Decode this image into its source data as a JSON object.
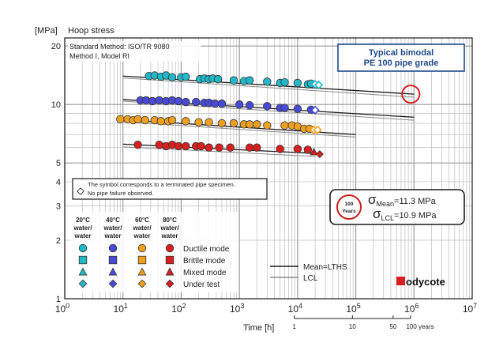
{
  "chart_data": {
    "type": "scatter",
    "ylabel_unit": "[MPa]",
    "ylabel": "Hoop stress",
    "xlabel": "Time [h]",
    "xscale": "log",
    "yscale": "log",
    "xlim": [
      1,
      10000000
    ],
    "ylim": [
      1,
      22
    ],
    "x_ticks": [
      {
        "base": "10",
        "exp": "0",
        "value": 1
      },
      {
        "base": "10",
        "exp": "1",
        "value": 10
      },
      {
        "base": "10",
        "exp": "2",
        "value": 100
      },
      {
        "base": "10",
        "exp": "3",
        "value": 1000
      },
      {
        "base": "10",
        "exp": "4",
        "value": 10000
      },
      {
        "base": "10",
        "exp": "5",
        "value": 100000
      },
      {
        "base": "10",
        "exp": "6",
        "value": 1000000
      },
      {
        "base": "10",
        "exp": "7",
        "value": 10000000
      }
    ],
    "y_ticks": [
      {
        "label": "20",
        "value": 20
      },
      {
        "label": "10",
        "value": 10
      },
      {
        "label": "5",
        "value": 5
      },
      {
        "label": "4",
        "value": 4
      },
      {
        "label": "3",
        "value": 3
      },
      {
        "label": "2",
        "value": 2
      },
      {
        "label": "1",
        "value": 1
      }
    ],
    "years_axis": [
      {
        "label": "1",
        "value": 8760
      },
      {
        "label": "10",
        "value": 87600
      },
      {
        "label": "50",
        "value": 438000
      },
      {
        "label": "100 years",
        "value": 876000
      }
    ],
    "method_text": [
      "Standard Method: ISO/TR 9080",
      "Method I, Model RI"
    ],
    "title_box": [
      "Typical bimodal",
      "PE 100 pipe grade"
    ],
    "note_box": [
      "The symbol corresponds to a terminated pipe specimen.",
      "No pipe failure observed."
    ],
    "result_box": {
      "badge": [
        "100",
        "Years"
      ],
      "mean": {
        "sigma": "σ",
        "sub": "Mean",
        "value": "=11.3 MPa"
      },
      "lcl": {
        "sigma": "σ",
        "sub": "LCL",
        "value": "=10.9 MPa"
      }
    },
    "legend": {
      "columns": [
        {
          "lines": [
            "20°C",
            "water/",
            "water"
          ],
          "color": "#22b8c8"
        },
        {
          "lines": [
            "40°C",
            "water/",
            "water"
          ],
          "color": "#4a4ad8"
        },
        {
          "lines": [
            "60°C",
            "water/",
            "water"
          ],
          "color": "#f0a020"
        },
        {
          "lines": [
            "80°C",
            "water/",
            "water"
          ],
          "color": "#d81e1e"
        }
      ],
      "rows": [
        {
          "shape": "circle",
          "label": "Ductile mode"
        },
        {
          "shape": "square",
          "label": "Brittle mode"
        },
        {
          "shape": "triangle",
          "label": "Mixed mode"
        },
        {
          "shape": "diamond",
          "label": "Under test"
        }
      ]
    },
    "line_legend": [
      {
        "label": "Mean=LTHS",
        "style": "dark"
      },
      {
        "label": "LCL",
        "style": "light"
      }
    ],
    "logo": "Bodycote",
    "marker": {
      "x": 1000000,
      "y": 11.3
    },
    "series": [
      {
        "name": "20°C water/water",
        "color": "#22b8c8",
        "mean_line": {
          "x": [
            10,
            1000000
          ],
          "y": [
            14.0,
            11.3
          ]
        },
        "lcl_line": {
          "x": [
            10,
            1000000
          ],
          "y": [
            13.7,
            10.9
          ]
        },
        "points": [
          [
            28,
            14.0
          ],
          [
            35,
            14.1
          ],
          [
            45,
            13.9
          ],
          [
            55,
            14.1
          ],
          [
            70,
            13.8
          ],
          [
            100,
            13.8
          ],
          [
            120,
            13.9
          ],
          [
            210,
            13.5
          ],
          [
            250,
            13.6
          ],
          [
            300,
            13.5
          ],
          [
            350,
            13.6
          ],
          [
            430,
            13.5
          ],
          [
            800,
            13.3
          ],
          [
            1200,
            13.2
          ],
          [
            1500,
            13.3
          ],
          [
            3000,
            13.1
          ],
          [
            5000,
            12.9
          ],
          [
            6000,
            13.0
          ],
          [
            10000,
            12.9
          ],
          [
            15000,
            12.7
          ],
          [
            17000,
            12.8
          ]
        ],
        "under_test": [
          [
            20000,
            12.7
          ],
          [
            23000,
            12.6
          ]
        ]
      },
      {
        "name": "40°C water/water",
        "color": "#4a4ad8",
        "mean_line": {
          "x": [
            10,
            1000000
          ],
          "y": [
            10.6,
            8.6
          ]
        },
        "lcl_line": {
          "x": [
            10,
            1000000
          ],
          "y": [
            10.4,
            8.3
          ]
        },
        "points": [
          [
            20,
            10.5
          ],
          [
            25,
            10.5
          ],
          [
            32,
            10.4
          ],
          [
            42,
            10.5
          ],
          [
            55,
            10.4
          ],
          [
            70,
            10.5
          ],
          [
            90,
            10.4
          ],
          [
            120,
            10.3
          ],
          [
            180,
            10.3
          ],
          [
            250,
            10.2
          ],
          [
            300,
            10.2
          ],
          [
            380,
            10.1
          ],
          [
            500,
            10.1
          ],
          [
            1000,
            10.0
          ],
          [
            1500,
            9.9
          ],
          [
            3000,
            9.8
          ],
          [
            5000,
            9.6
          ],
          [
            6000,
            9.6
          ],
          [
            10000,
            9.5
          ],
          [
            17000,
            9.4
          ]
        ],
        "under_test": [
          [
            20000,
            9.35
          ]
        ]
      },
      {
        "name": "60°C water/water",
        "color": "#f0a020",
        "mean_line": {
          "x": [
            10,
            100000
          ],
          "y": [
            8.35,
            7.0
          ]
        },
        "lcl_line": {
          "x": [
            10,
            100000
          ],
          "y": [
            8.15,
            6.8
          ]
        },
        "points": [
          [
            9,
            8.4
          ],
          [
            12,
            8.4
          ],
          [
            15,
            8.3
          ],
          [
            18,
            8.4
          ],
          [
            24,
            8.3
          ],
          [
            35,
            8.3
          ],
          [
            45,
            8.2
          ],
          [
            60,
            8.2
          ],
          [
            70,
            8.3
          ],
          [
            120,
            8.2
          ],
          [
            200,
            8.1
          ],
          [
            300,
            8.1
          ],
          [
            500,
            8.0
          ],
          [
            800,
            8.0
          ],
          [
            1200,
            7.9
          ],
          [
            1500,
            7.9
          ],
          [
            2000,
            7.9
          ],
          [
            3000,
            7.8
          ],
          [
            6000,
            7.8
          ],
          [
            8000,
            7.8
          ],
          [
            10000,
            7.7
          ],
          [
            13000,
            7.5
          ],
          [
            16000,
            7.5
          ]
        ],
        "under_test": [
          [
            19000,
            7.4
          ],
          [
            22000,
            7.4
          ]
        ]
      },
      {
        "name": "80°C water/water",
        "color": "#d81e1e",
        "mean_line": {
          "x": [
            10,
            20000
          ],
          "y": [
            6.25,
            5.6
          ]
        },
        "lcl_line": {
          "x": [
            10,
            20000
          ],
          "y": [
            6.05,
            5.4
          ]
        },
        "points": [
          [
            18,
            6.2
          ],
          [
            42,
            6.2
          ],
          [
            55,
            6.1
          ],
          [
            70,
            6.2
          ],
          [
            90,
            6.1
          ],
          [
            120,
            6.1
          ],
          [
            180,
            6.1
          ],
          [
            220,
            6.1
          ],
          [
            300,
            6.0
          ],
          [
            450,
            6.0
          ],
          [
            700,
            6.0
          ],
          [
            1500,
            6.0
          ],
          [
            2000,
            6.0
          ],
          [
            5000,
            5.9
          ],
          [
            10000,
            5.9
          ],
          [
            15000,
            5.85
          ]
        ],
        "mixed": [
          [
            19000,
            5.7
          ]
        ],
        "under_test": [
          [
            24000,
            5.55
          ]
        ]
      }
    ]
  }
}
